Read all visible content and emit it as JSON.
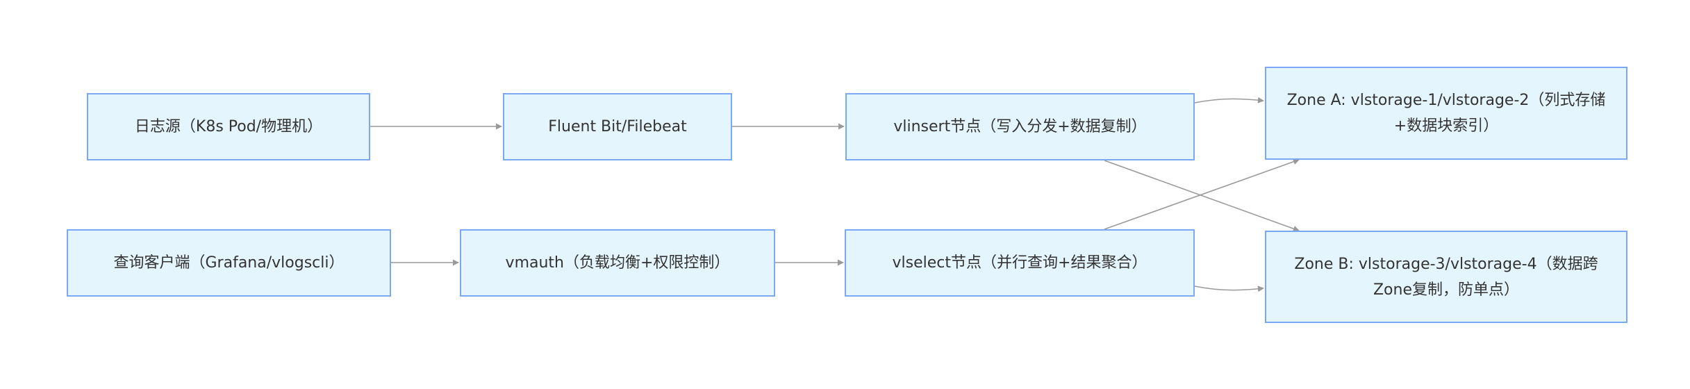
{
  "nodes": {
    "log_source": "日志源（K8s Pod/物理机）",
    "fluent": "Fluent Bit/Filebeat",
    "vlinsert": "vlinsert节点（写入分发+数据复制）",
    "zone_a": "Zone A: vlstorage-1/vlstorage-2（列式存储+数据块索引）",
    "query_client": "查询客户端（Grafana/vlogscli）",
    "vmauth": "vmauth（负载均衡+权限控制）",
    "vlselect": "vlselect节点（并行查询+结果聚合）",
    "zone_b": "Zone B: vlstorage-3/vlstorage-4（数据跨Zone复制，防单点）"
  },
  "colors": {
    "node_fill": "#e5f5fd",
    "node_border": "#7aa8f5",
    "edge": "#9a9a9a",
    "text": "#333333"
  }
}
